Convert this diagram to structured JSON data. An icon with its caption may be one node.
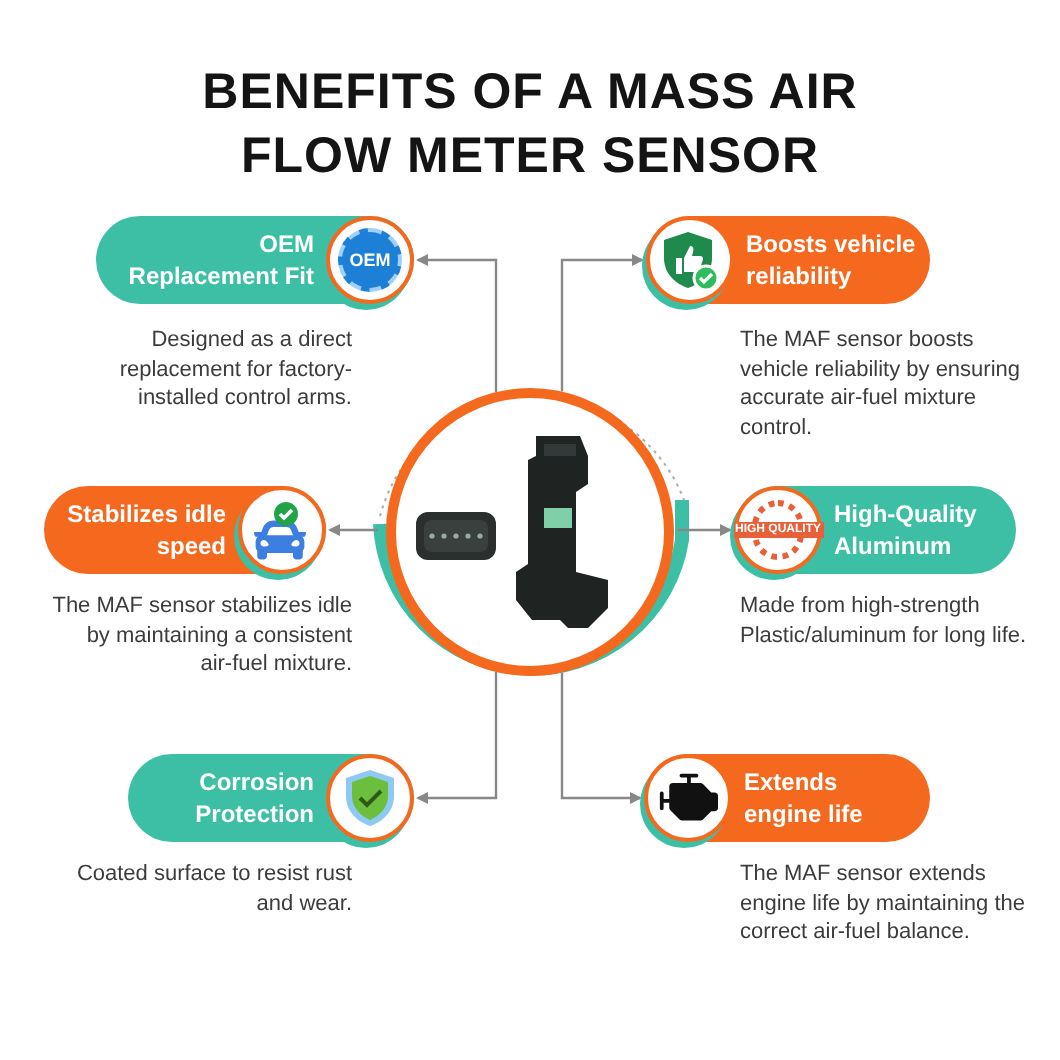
{
  "diagram": {
    "title": "BENEFITS OF A MASS AIR FLOW METER SENSOR",
    "nodes": [
      {
        "text": [
          "OEM Replacement Fit"
        ],
        "beside": [
          "Designed as a direct replacement for factory-installed control arms."
        ]
      },
      {
        "text": [
          "Boosts vehicle reliability"
        ],
        "beside": [
          "The MAF sensor boosts vehicle reliability by ensuring accurate air-fuel mixture control."
        ]
      },
      {
        "text": [
          "Stabilizes idle speed"
        ],
        "beside": [
          "The MAF sensor stabilizes idle by maintaining a consistent air-fuel mixture."
        ]
      },
      {
        "text": [
          "High-Quality Aluminum"
        ],
        "beside": [
          "Made from high-strength Plastic/aluminum for long life."
        ]
      },
      {
        "text": [
          "Corrosion Protection"
        ],
        "beside": [
          "Coated surface to resist rust and wear."
        ]
      },
      {
        "text": [
          "Extends engine life"
        ],
        "beside": [
          "The MAF sensor extends engine life by maintaining the correct air-fuel balance."
        ]
      },
      {
        "text": [],
        "shape": "picture"
      }
    ],
    "edges": [
      {
        "from": 6,
        "to": 0,
        "arrow": "to"
      },
      {
        "from": 6,
        "to": 1,
        "arrow": "to"
      },
      {
        "from": 6,
        "to": 2,
        "arrow": "to"
      },
      {
        "from": 6,
        "to": 3,
        "arrow": "to"
      },
      {
        "from": 6,
        "to": 4,
        "arrow": "to"
      },
      {
        "from": 6,
        "to": 5,
        "arrow": "to"
      }
    ],
    "labels": [
      "OEM",
      "HIGH QUALITY"
    ]
  }
}
